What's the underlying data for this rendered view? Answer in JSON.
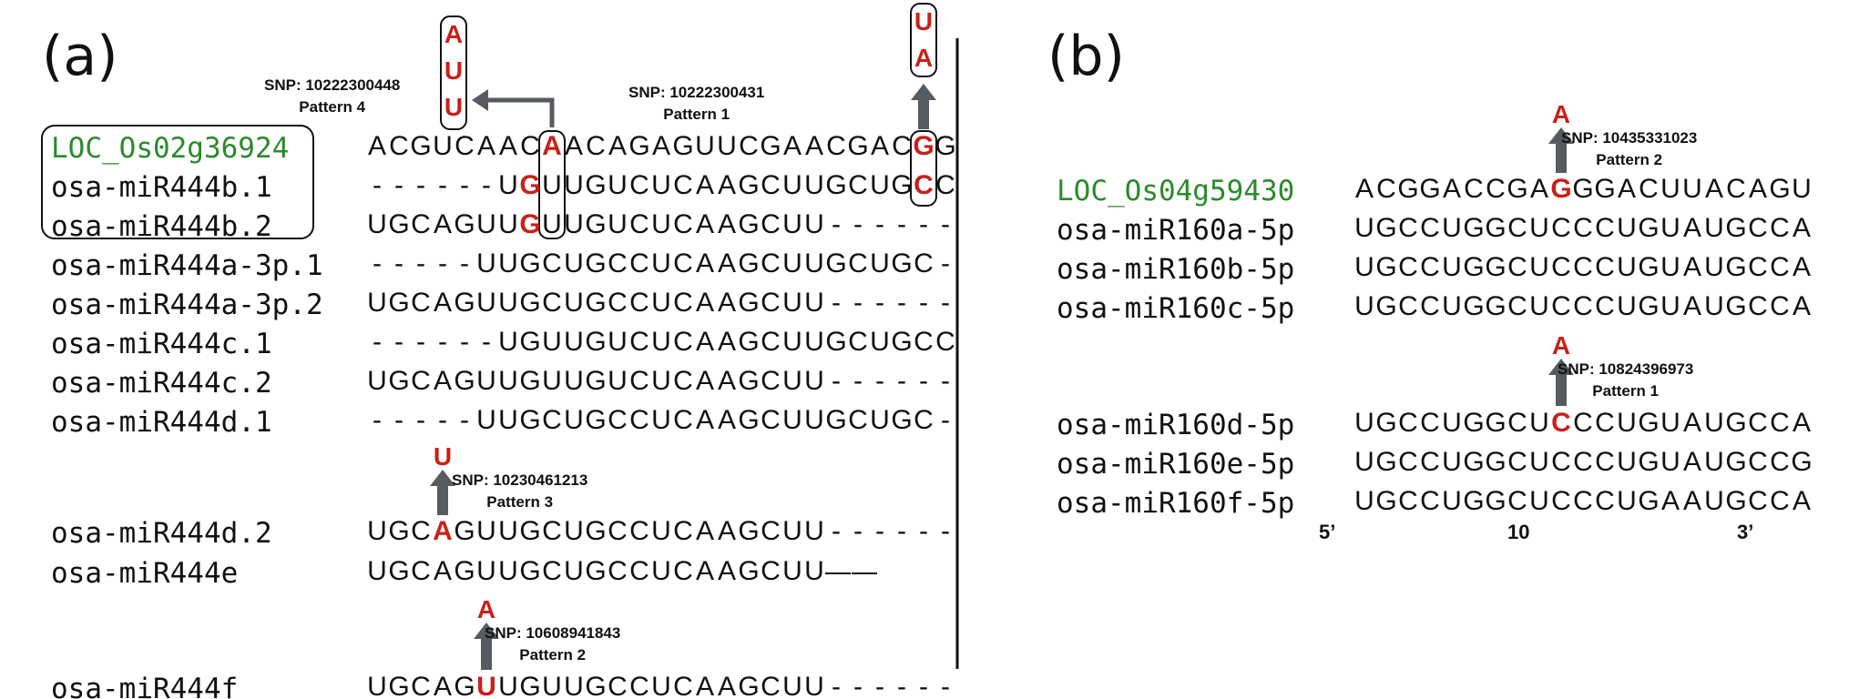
{
  "panel_a": {
    "label": "(a)",
    "rows": [
      {
        "name": "LOC_Os02g36924",
        "seq": "ACGUCAACAACAGAGUUCGAACGACGG",
        "hl": [
          8,
          25
        ]
      },
      {
        "name": "osa-miR444b.1",
        "seq": "------UGUUGUCUCAAGCUUGCUGCC",
        "hl": [
          7,
          25
        ]
      },
      {
        "name": "osa-miR444b.2",
        "seq": "UGCAGUUGUUGUCUCAAGCUU------",
        "hl": [
          7
        ]
      },
      {
        "name": "osa-miR444a-3p.1",
        "seq": "-----UUGCUGCCUCAAGCUUGCUGC-",
        "hl": []
      },
      {
        "name": "osa-miR444a-3p.2",
        "seq": "UGCAGUUGCUGCCUCAAGCUU------",
        "hl": []
      },
      {
        "name": "osa-miR444c.1",
        "seq": "------UGUUGUCUCAAGCUUGCUGCC",
        "hl": []
      },
      {
        "name": "osa-miR444c.2",
        "seq": "UGCAGUUGUUGUCUCAAGCUU------",
        "hl": []
      },
      {
        "name": "osa-miR444d.1",
        "seq": "-----UUGCUGCCUCAAGCUUGCUGC-",
        "hl": []
      },
      {
        "name": "osa-miR444d.2",
        "seq": "UGCAGUUGCUGCCUCAAGCUU------",
        "hl": [
          3
        ]
      },
      {
        "name": "osa-miR444e",
        "seq": "UGCAGUUGCUGCCUCAAGCUU——",
        "hl": []
      },
      {
        "name": "osa-miR444f",
        "seq": "UGCAGUUGUUGCCUCAAGCUU------",
        "hl": [
          5
        ]
      }
    ],
    "snps": [
      {
        "id": "SNP: 10222300448",
        "pattern": "Pattern 4",
        "mut": [
          "A",
          "U",
          "U"
        ]
      },
      {
        "id": "SNP: 10222300431",
        "pattern": "Pattern 1",
        "mut": [
          "U",
          "A"
        ]
      },
      {
        "id": "SNP: 10230461213",
        "pattern": "Pattern 3",
        "mut": [
          "U"
        ]
      },
      {
        "id": "SNP: 10608941843",
        "pattern": "Pattern 2",
        "mut": [
          "A"
        ]
      }
    ]
  },
  "panel_b": {
    "label": "(b)",
    "rows": [
      {
        "name": "LOC_Os04g59430",
        "seq": "ACGGACCGAGGGACUUACAGU",
        "hl": [
          9
        ]
      },
      {
        "name": "osa-miR160a-5p",
        "seq": "UGCCUGGCUCCCUGUAUGCCA",
        "hl": []
      },
      {
        "name": "osa-miR160b-5p",
        "seq": "UGCCUGGCUCCCUGUAUGCCA",
        "hl": []
      },
      {
        "name": "osa-miR160c-5p",
        "seq": "UGCCUGGCUCCCUGUAUGCCA",
        "hl": []
      },
      {
        "name": "osa-miR160d-5p",
        "seq": "UGCCUGGCUCCCUGUAUGCCA",
        "hl": [
          9
        ]
      },
      {
        "name": "osa-miR160e-5p",
        "seq": "UGCCUGGCUCCCUGUAUGCCG",
        "hl": []
      },
      {
        "name": "osa-miR160f-5p",
        "seq": "UGCCUGGCUCCCUGAAUGCCA",
        "hl": []
      }
    ],
    "snps": [
      {
        "id": "SNP: 10435331023",
        "pattern": "Pattern 2",
        "mut": [
          "A"
        ]
      },
      {
        "id": "SNP: 10824396973",
        "pattern": "Pattern 1",
        "mut": [
          "A"
        ]
      }
    ],
    "axis": {
      "left": "5’",
      "middle": "10",
      "right": "3’"
    }
  },
  "colors": {
    "gene": "#2b8a2b",
    "highlight": "#c8211a",
    "arrow": "#555b61"
  }
}
